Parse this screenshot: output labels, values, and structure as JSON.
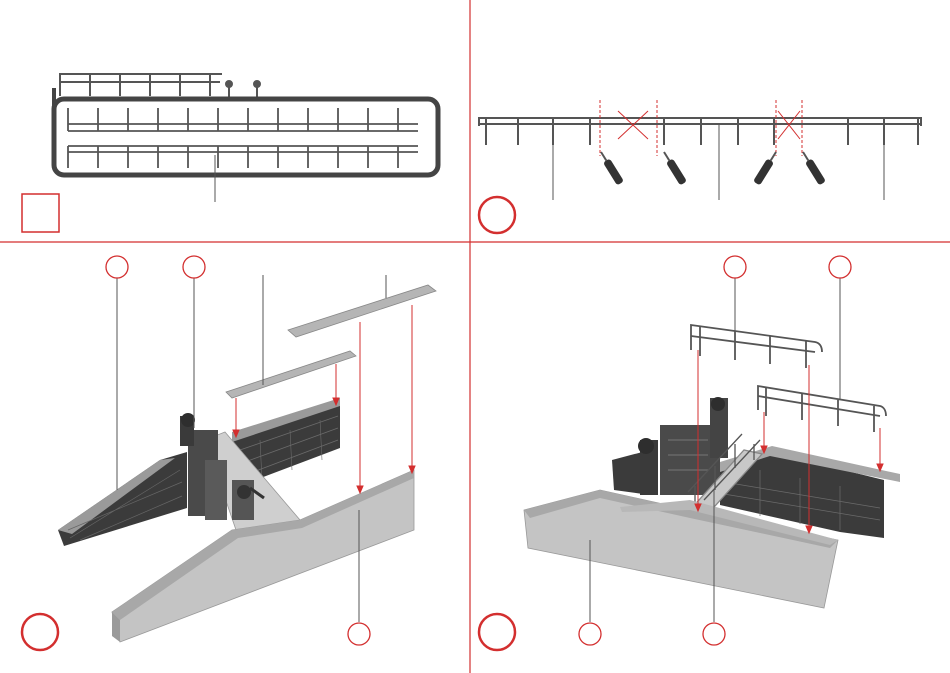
{
  "colors": {
    "accent": "#d32f2f",
    "part_dark": "#444444",
    "part_mid": "#7a7a7a",
    "concrete": "#c4c4c4",
    "concrete_dark": "#a8a8a8",
    "brick": "#3b3b3b",
    "leader": "#555555"
  },
  "panels": [
    {
      "id": "sprue-parts",
      "step_marker": "square"
    },
    {
      "id": "railing-cutting",
      "step_marker": "circle-large"
    },
    {
      "id": "wall-assembly",
      "step_marker": "circle-large"
    },
    {
      "id": "railing-assembly",
      "step_marker": "circle-large"
    }
  ],
  "callouts": {
    "step1": "",
    "step2": "",
    "step3": "",
    "step4": "",
    "p3_a": "",
    "p3_b": "",
    "p3_c": "",
    "p4_a": "",
    "p4_b": "",
    "p4_c": "",
    "p4_d": ""
  },
  "icons": [
    "cut-mark-icon",
    "knife-icon"
  ]
}
